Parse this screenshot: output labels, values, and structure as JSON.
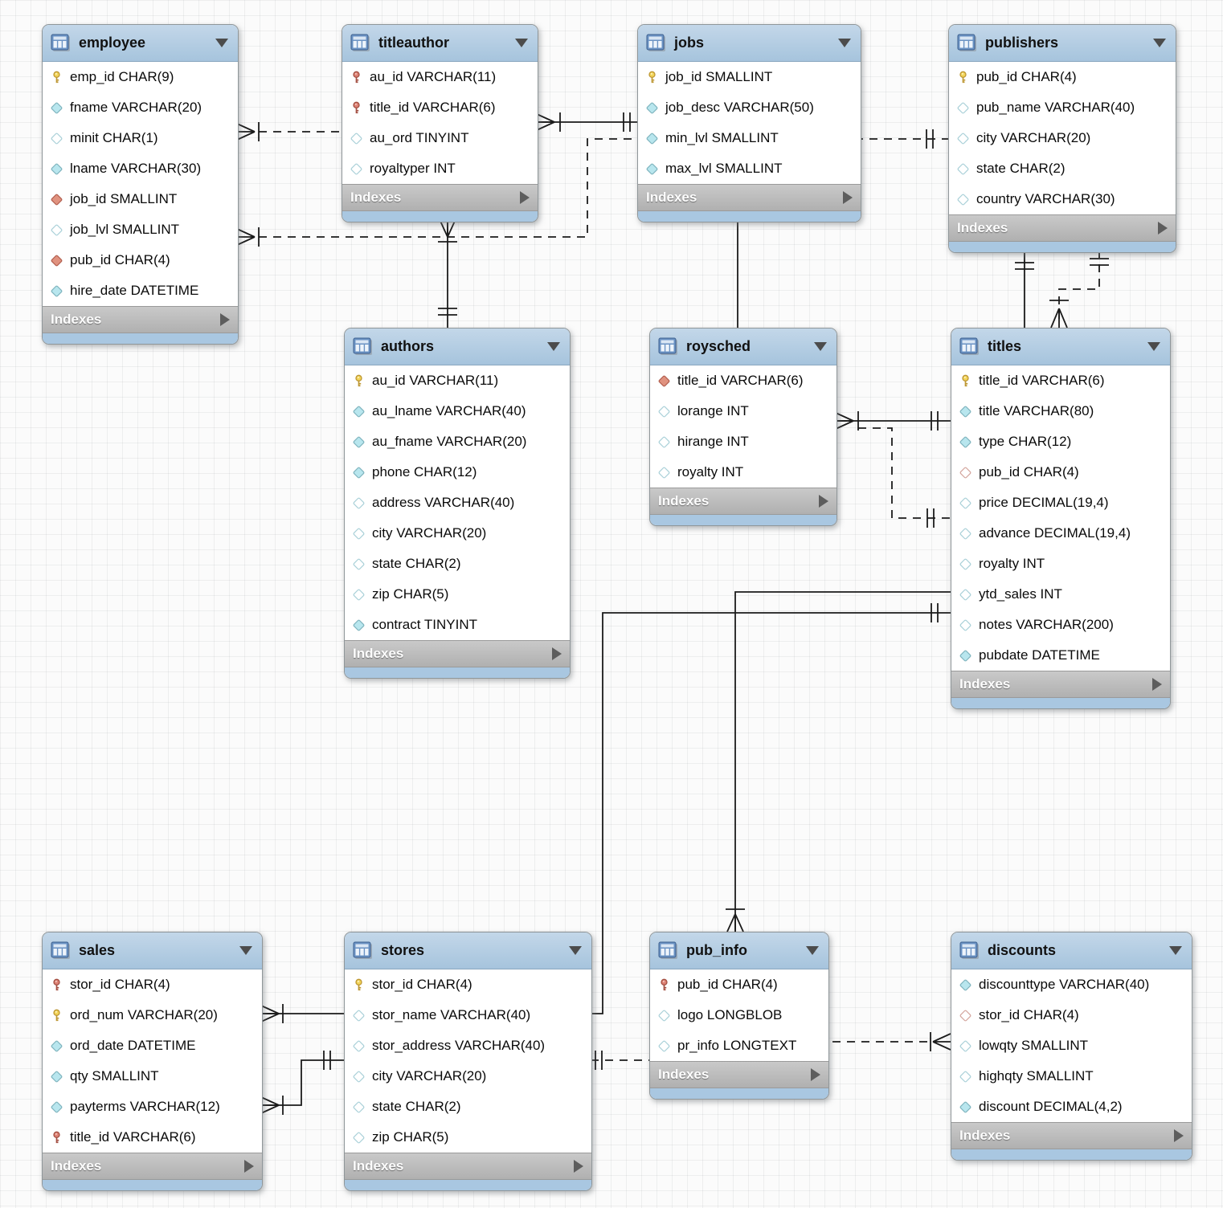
{
  "diagram": {
    "indexes_label": "Indexes",
    "colors": {
      "header_blue": "#a6c4dd",
      "footer_blue": "#a9c7e1",
      "indexes_gray": "#bcbcbc",
      "pk_key_yellow": "#f0cf4f",
      "pk_fk_key_red": "#dd8275",
      "column_teal_filled": "#b8e6ee",
      "column_teal_hollow": "#ffffff",
      "fk_red_filled": "#e0927f",
      "line_black": "#1b1b1b"
    },
    "tables": [
      {
        "id": "employee",
        "title": "employee",
        "columns": [
          {
            "icon": "pk",
            "label": "emp_id CHAR(9)"
          },
          {
            "icon": "notnull",
            "label": "fname VARCHAR(20)"
          },
          {
            "icon": "nullable",
            "label": "minit CHAR(1)"
          },
          {
            "icon": "notnull",
            "label": "lname VARCHAR(30)"
          },
          {
            "icon": "fk-notnull",
            "label": "job_id SMALLINT"
          },
          {
            "icon": "nullable",
            "label": "job_lvl SMALLINT"
          },
          {
            "icon": "fk-notnull",
            "label": "pub_id CHAR(4)"
          },
          {
            "icon": "notnull",
            "label": "hire_date DATETIME"
          }
        ]
      },
      {
        "id": "titleauthor",
        "title": "titleauthor",
        "columns": [
          {
            "icon": "pk-fk",
            "label": "au_id VARCHAR(11)"
          },
          {
            "icon": "pk-fk",
            "label": "title_id VARCHAR(6)"
          },
          {
            "icon": "nullable",
            "label": "au_ord TINYINT"
          },
          {
            "icon": "nullable",
            "label": "royaltyper INT"
          }
        ]
      },
      {
        "id": "jobs",
        "title": "jobs",
        "columns": [
          {
            "icon": "pk",
            "label": "job_id SMALLINT"
          },
          {
            "icon": "notnull",
            "label": "job_desc VARCHAR(50)"
          },
          {
            "icon": "notnull",
            "label": "min_lvl SMALLINT"
          },
          {
            "icon": "notnull",
            "label": "max_lvl SMALLINT"
          }
        ]
      },
      {
        "id": "publishers",
        "title": "publishers",
        "columns": [
          {
            "icon": "pk",
            "label": "pub_id CHAR(4)"
          },
          {
            "icon": "nullable",
            "label": "pub_name VARCHAR(40)"
          },
          {
            "icon": "nullable",
            "label": "city VARCHAR(20)"
          },
          {
            "icon": "nullable",
            "label": "state CHAR(2)"
          },
          {
            "icon": "nullable",
            "label": "country VARCHAR(30)"
          }
        ]
      },
      {
        "id": "authors",
        "title": "authors",
        "columns": [
          {
            "icon": "pk",
            "label": "au_id VARCHAR(11)"
          },
          {
            "icon": "notnull",
            "label": "au_lname VARCHAR(40)"
          },
          {
            "icon": "notnull",
            "label": "au_fname VARCHAR(20)"
          },
          {
            "icon": "notnull",
            "label": "phone CHAR(12)"
          },
          {
            "icon": "nullable",
            "label": "address VARCHAR(40)"
          },
          {
            "icon": "nullable",
            "label": "city VARCHAR(20)"
          },
          {
            "icon": "nullable",
            "label": "state CHAR(2)"
          },
          {
            "icon": "nullable",
            "label": "zip CHAR(5)"
          },
          {
            "icon": "notnull",
            "label": "contract TINYINT"
          }
        ]
      },
      {
        "id": "roysched",
        "title": "roysched",
        "columns": [
          {
            "icon": "fk-notnull",
            "label": "title_id VARCHAR(6)"
          },
          {
            "icon": "nullable",
            "label": "lorange INT"
          },
          {
            "icon": "nullable",
            "label": "hirange INT"
          },
          {
            "icon": "nullable",
            "label": "royalty INT"
          }
        ]
      },
      {
        "id": "titles",
        "title": "titles",
        "columns": [
          {
            "icon": "pk",
            "label": "title_id VARCHAR(6)"
          },
          {
            "icon": "notnull",
            "label": "title VARCHAR(80)"
          },
          {
            "icon": "notnull",
            "label": "type CHAR(12)"
          },
          {
            "icon": "fk-nullable",
            "label": "pub_id CHAR(4)"
          },
          {
            "icon": "nullable",
            "label": "price DECIMAL(19,4)"
          },
          {
            "icon": "nullable",
            "label": "advance DECIMAL(19,4)"
          },
          {
            "icon": "nullable",
            "label": "royalty INT"
          },
          {
            "icon": "nullable",
            "label": "ytd_sales INT"
          },
          {
            "icon": "nullable",
            "label": "notes VARCHAR(200)"
          },
          {
            "icon": "notnull",
            "label": "pubdate DATETIME"
          }
        ]
      },
      {
        "id": "sales",
        "title": "sales",
        "columns": [
          {
            "icon": "pk-fk",
            "label": "stor_id CHAR(4)"
          },
          {
            "icon": "pk",
            "label": "ord_num VARCHAR(20)"
          },
          {
            "icon": "notnull",
            "label": "ord_date DATETIME"
          },
          {
            "icon": "notnull",
            "label": "qty SMALLINT"
          },
          {
            "icon": "notnull",
            "label": "payterms VARCHAR(12)"
          },
          {
            "icon": "pk-fk",
            "label": "title_id VARCHAR(6)"
          }
        ]
      },
      {
        "id": "stores",
        "title": "stores",
        "columns": [
          {
            "icon": "pk",
            "label": "stor_id CHAR(4)"
          },
          {
            "icon": "nullable",
            "label": "stor_name VARCHAR(40)"
          },
          {
            "icon": "nullable",
            "label": "stor_address VARCHAR(40)"
          },
          {
            "icon": "nullable",
            "label": "city VARCHAR(20)"
          },
          {
            "icon": "nullable",
            "label": "state CHAR(2)"
          },
          {
            "icon": "nullable",
            "label": "zip CHAR(5)"
          }
        ]
      },
      {
        "id": "pub_info",
        "title": "pub_info",
        "columns": [
          {
            "icon": "pk-fk",
            "label": "pub_id CHAR(4)"
          },
          {
            "icon": "nullable",
            "label": "logo LONGBLOB"
          },
          {
            "icon": "nullable",
            "label": "pr_info LONGTEXT"
          }
        ]
      },
      {
        "id": "discounts",
        "title": "discounts",
        "columns": [
          {
            "icon": "notnull",
            "label": "discounttype VARCHAR(40)"
          },
          {
            "icon": "fk-nullable",
            "label": "stor_id CHAR(4)"
          },
          {
            "icon": "nullable",
            "label": "lowqty SMALLINT"
          },
          {
            "icon": "nullable",
            "label": "highqty SMALLINT"
          },
          {
            "icon": "notnull",
            "label": "discount DECIMAL(4,2)"
          }
        ]
      }
    ],
    "relationships": [
      {
        "id": "rel-titleauthor-titles",
        "from": "titleauthor",
        "to": "titles",
        "style": "solid"
      },
      {
        "id": "rel-titleauthor-authors",
        "from": "titleauthor",
        "to": "authors",
        "style": "solid"
      },
      {
        "id": "rel-employee-jobs",
        "from": "employee",
        "to": "jobs",
        "style": "dashed"
      },
      {
        "id": "rel-employee-publishers",
        "from": "employee",
        "to": "publishers",
        "style": "dashed"
      },
      {
        "id": "rel-roysched-titles",
        "from": "roysched",
        "to": "titles",
        "style": "dashed"
      },
      {
        "id": "rel-titles-publishers",
        "from": "titles",
        "to": "publishers",
        "style": "dashed"
      },
      {
        "id": "rel-pubinfo-publishers",
        "from": "pub_info",
        "to": "publishers",
        "style": "solid"
      },
      {
        "id": "rel-sales-titles",
        "from": "sales",
        "to": "titles",
        "style": "solid"
      },
      {
        "id": "rel-sales-stores",
        "from": "sales",
        "to": "stores",
        "style": "solid"
      },
      {
        "id": "rel-discounts-stores",
        "from": "discounts",
        "to": "stores",
        "style": "dashed"
      }
    ]
  }
}
